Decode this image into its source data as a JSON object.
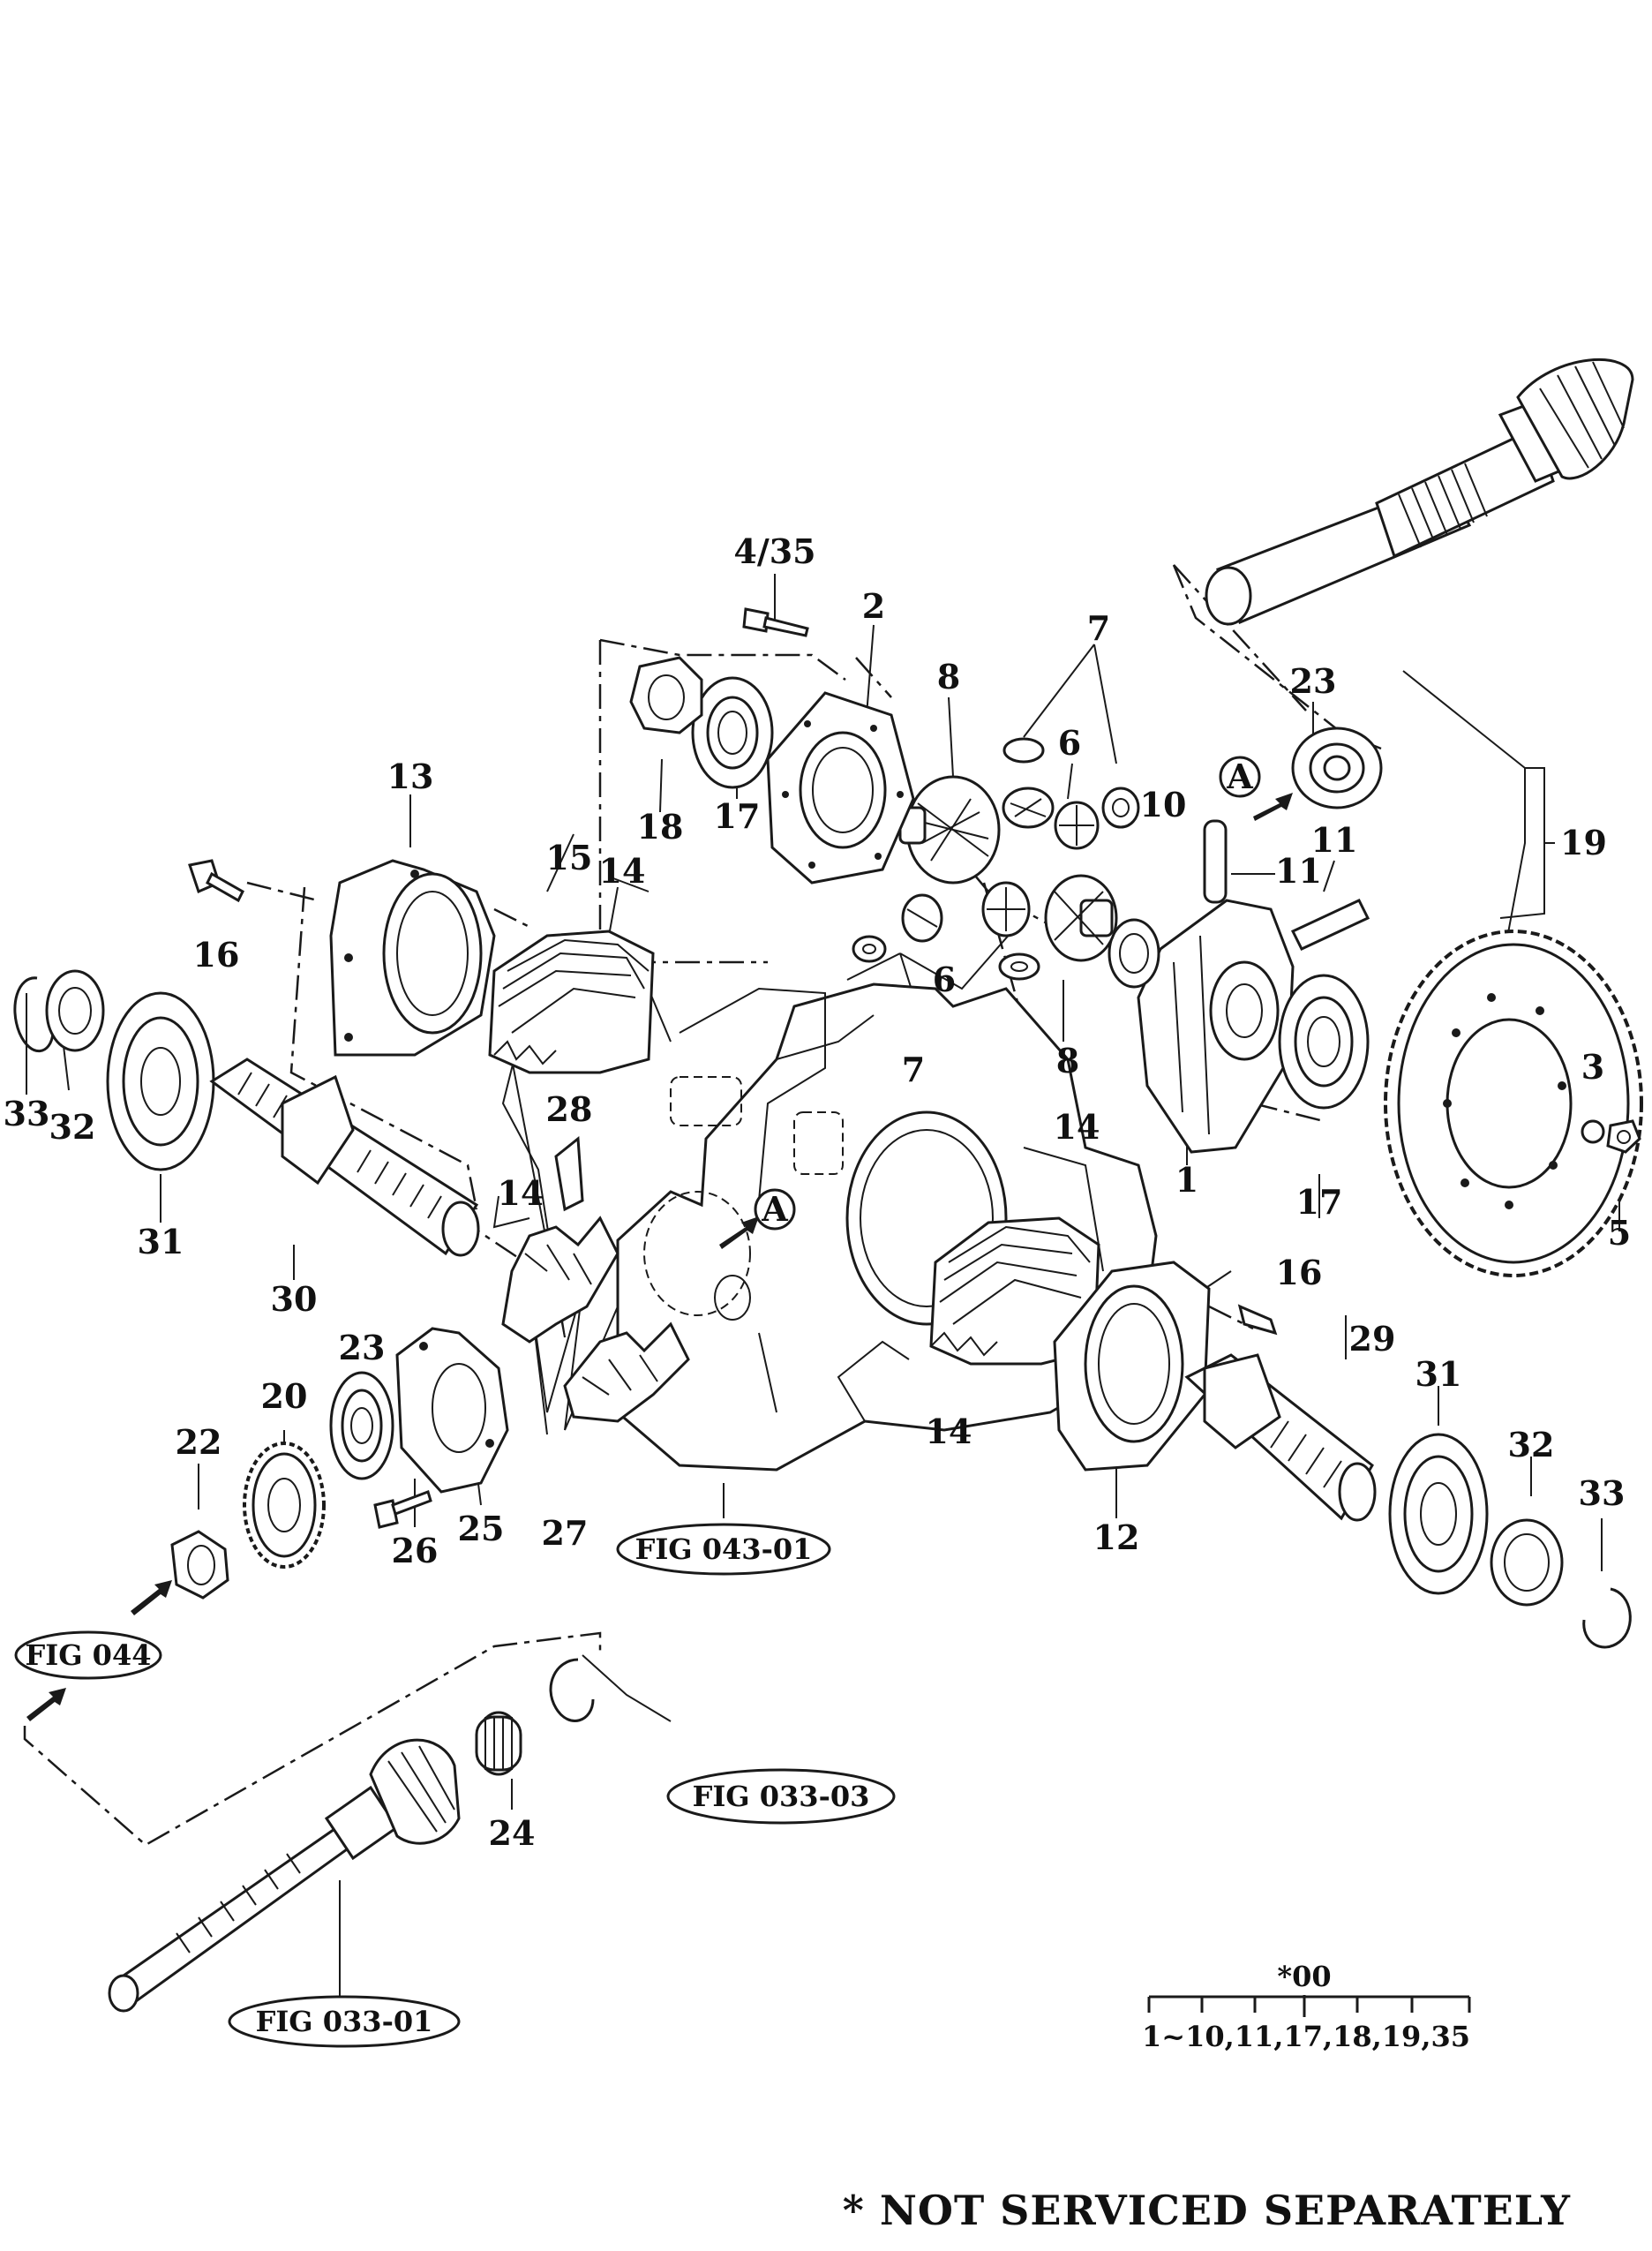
{
  "diagram": {
    "part_labels": [
      {
        "id": "p4-35",
        "text": "4/35"
      },
      {
        "id": "p2",
        "text": "2"
      },
      {
        "id": "p8-top",
        "text": "8"
      },
      {
        "id": "p7-top",
        "text": "7"
      },
      {
        "id": "p6-top",
        "text": "6"
      },
      {
        "id": "p23-top",
        "text": "23"
      },
      {
        "id": "pA-top",
        "text": "A"
      },
      {
        "id": "p10",
        "text": "10"
      },
      {
        "id": "p11-a",
        "text": "11"
      },
      {
        "id": "p11-b",
        "text": "11"
      },
      {
        "id": "p19",
        "text": "19"
      },
      {
        "id": "p18",
        "text": "18"
      },
      {
        "id": "p17-top",
        "text": "17"
      },
      {
        "id": "p13",
        "text": "13"
      },
      {
        "id": "p15",
        "text": "15"
      },
      {
        "id": "p14-top",
        "text": "14"
      },
      {
        "id": "p16-left",
        "text": "16"
      },
      {
        "id": "p6-mid",
        "text": "6"
      },
      {
        "id": "p7-mid",
        "text": "7"
      },
      {
        "id": "p8-mid",
        "text": "8"
      },
      {
        "id": "p1",
        "text": "1"
      },
      {
        "id": "p17-mid",
        "text": "17"
      },
      {
        "id": "p3",
        "text": "3"
      },
      {
        "id": "p5",
        "text": "5"
      },
      {
        "id": "p33-left",
        "text": "33"
      },
      {
        "id": "p32-left",
        "text": "32"
      },
      {
        "id": "p31-left",
        "text": "31"
      },
      {
        "id": "p30",
        "text": "30"
      },
      {
        "id": "p14-left",
        "text": "14"
      },
      {
        "id": "p28",
        "text": "28"
      },
      {
        "id": "pA-mid",
        "text": "A"
      },
      {
        "id": "p14-right",
        "text": "14"
      },
      {
        "id": "p16-right",
        "text": "16"
      },
      {
        "id": "p29",
        "text": "29"
      },
      {
        "id": "p31-right",
        "text": "31"
      },
      {
        "id": "p32-right",
        "text": "32"
      },
      {
        "id": "p33-right",
        "text": "33"
      },
      {
        "id": "p23-mid",
        "text": "23"
      },
      {
        "id": "p20",
        "text": "20"
      },
      {
        "id": "p22",
        "text": "22"
      },
      {
        "id": "p25",
        "text": "25"
      },
      {
        "id": "p26",
        "text": "26"
      },
      {
        "id": "p27",
        "text": "27"
      },
      {
        "id": "p14-bottom",
        "text": "14"
      },
      {
        "id": "p12",
        "text": "12"
      },
      {
        "id": "p24",
        "text": "24"
      }
    ],
    "figure_refs": [
      {
        "id": "fig-043-01",
        "text": "FIG 043-01"
      },
      {
        "id": "fig-044",
        "text": "FIG 044"
      },
      {
        "id": "fig-033-03",
        "text": "FIG 033-03"
      },
      {
        "id": "fig-033-01",
        "text": "FIG 033-01"
      }
    ],
    "legend": {
      "code": "*00",
      "range": "1~10,11,17,18,19,35"
    },
    "footer": "* NOT SERVICED SEPARATELY"
  }
}
